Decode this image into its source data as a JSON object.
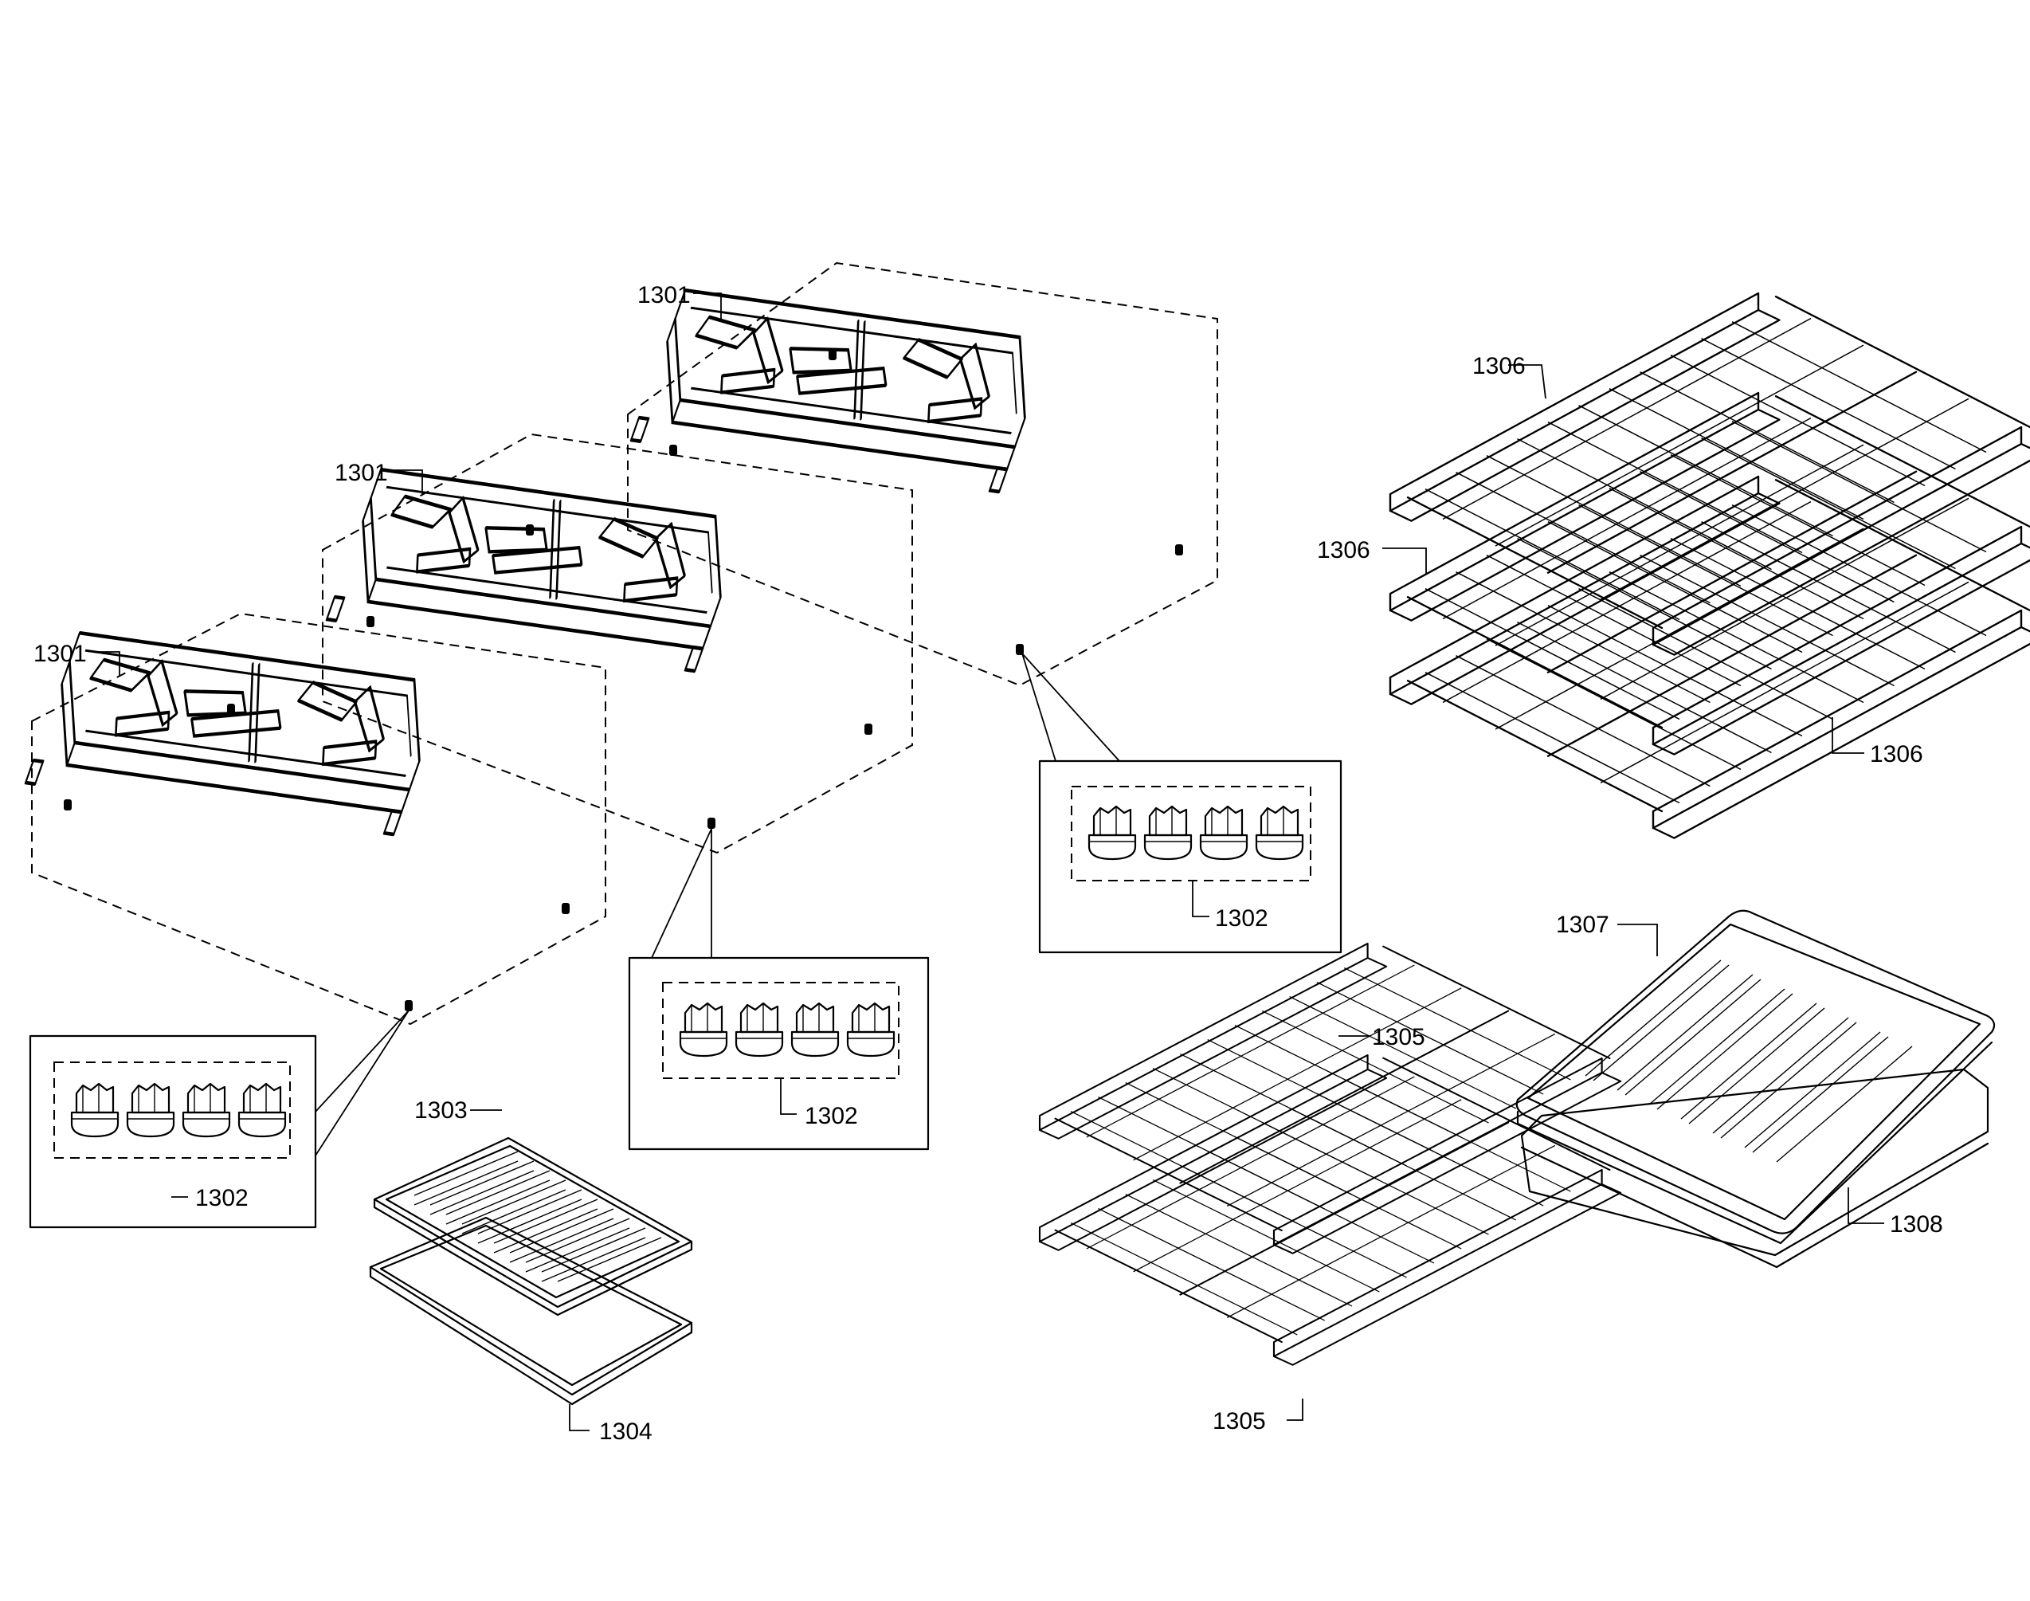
{
  "diagram": {
    "part_labels": {
      "grate_top": "1301",
      "grate_mid": "1301",
      "grate_left": "1301",
      "bumpers_a": "1302",
      "bumpers_b": "1302",
      "bumpers_c": "1302",
      "broil_grid_small": "1303",
      "broil_pan_small": "1304",
      "rack_upper": "1305",
      "rack_lower": "1305",
      "rack_set_a": "1306",
      "rack_set_b": "1306",
      "rack_set_c": "1306",
      "broil_grid_large": "1307",
      "broil_pan_large": "1308"
    }
  }
}
